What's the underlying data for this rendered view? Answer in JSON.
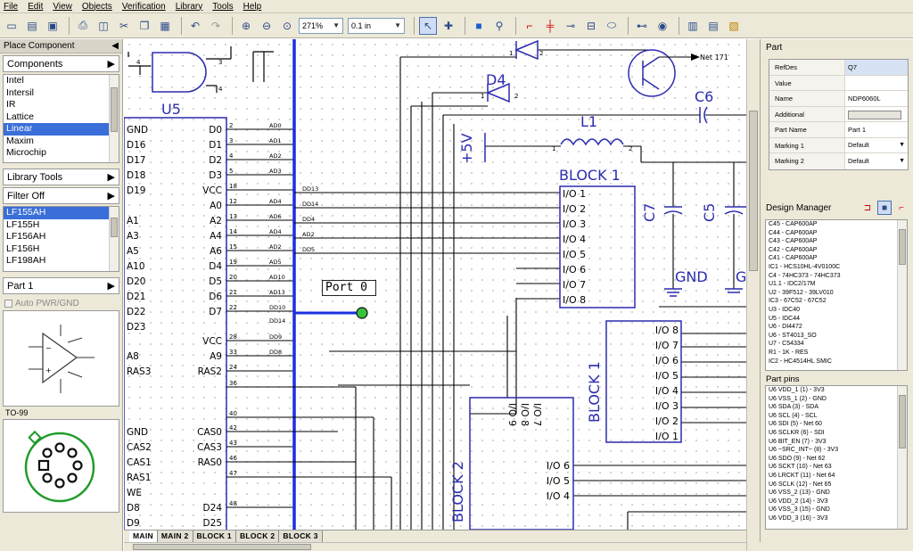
{
  "menu": [
    "File",
    "Edit",
    "View",
    "Objects",
    "Verification",
    "Library",
    "Tools",
    "Help"
  ],
  "toolbar": {
    "icons": [
      "new-file",
      "open",
      "save",
      "print",
      "print-preview",
      "cut",
      "copy",
      "paste",
      "undo",
      "redo",
      "zoom-in",
      "zoom-out",
      "zoom-area",
      "pointer",
      "add-part",
      "add-wire",
      "find",
      "wire",
      "bus",
      "junction",
      "port",
      "label",
      "hierarchy",
      "netlist",
      "component",
      "bom",
      "image"
    ],
    "zoom": "271%",
    "grid": "0.1 in"
  },
  "left": {
    "header": "Place Component",
    "components_label": "Components",
    "manufacturers": [
      "Intel",
      "Intersil",
      "IR",
      "Lattice",
      "Linear",
      "Maxim",
      "Microchip"
    ],
    "selected_manufacturer": "Linear",
    "library_tools": "Library Tools",
    "filter": "Filter Off",
    "parts": [
      "LF155AH",
      "LF155H",
      "LF156AH",
      "LF156H",
      "LF198AH"
    ],
    "selected_part": "LF155AH",
    "part_combo": "Part 1",
    "auto_pwr": "Auto PWR/GND",
    "package": "TO-99"
  },
  "schematic": {
    "labels": {
      "u5": "U5",
      "d4": "D4",
      "l1": "L1",
      "c6": "C6",
      "c7": "C7",
      "c5": "C5",
      "gnd1": "GND",
      "gnd2": "G",
      "plus5v": "+5V",
      "block1": "BLOCK 1",
      "block1v": "BLOCK 1",
      "block2": "BLOCK 2",
      "net171": "Net 171",
      "n2a": "2",
      "n1a": "1",
      "n2b": "2",
      "n1b": "1",
      "n1c": "1",
      "n2c": "2"
    },
    "port": "Port 0",
    "u5_left": [
      "GND",
      "D16",
      "D17",
      "D18",
      "D19",
      "A1",
      "A3",
      "A5",
      "A10",
      "D20",
      "D21",
      "D22",
      "D23",
      "A8",
      "RAS3",
      "GND",
      "CAS2",
      "CAS1",
      "RAS1",
      "WE",
      "D8",
      "D9"
    ],
    "u5_right": [
      "D0",
      "D1",
      "D2",
      "D3",
      "VCC",
      "A0",
      "A2",
      "A4",
      "A6",
      "D4",
      "D5",
      "D6",
      "D7",
      "VCC",
      "A9",
      "RAS2",
      "CAS0",
      "CAS3",
      "RAS0",
      "D24",
      "D25"
    ],
    "u5_pins_right": [
      "2",
      "3",
      "4",
      "5",
      "18",
      "12",
      "13",
      "14",
      "15",
      "19",
      "20",
      "21",
      "22",
      "28",
      "33",
      "24",
      "36",
      "40",
      "42",
      "43",
      "46",
      "47",
      "48"
    ],
    "bus_top": [
      "AD0",
      "AD1",
      "AD2",
      "AD3",
      "AD4",
      "AD6",
      "AD4",
      "AD2",
      "AD5",
      "AD10",
      "AD13",
      "DD10",
      "DD14",
      "DD9",
      "DD8"
    ],
    "wire_labels": [
      "DD13",
      "DD14",
      "DD4",
      "AD2",
      "DD5"
    ],
    "block1_pins": [
      "I/O 1",
      "I/O 2",
      "I/O 3",
      "I/O 4",
      "I/O 5",
      "I/O 6",
      "I/O 7",
      "I/O 8"
    ],
    "block1b_pins": [
      "I/O 8",
      "I/O 7",
      "I/O 6",
      "I/O 5",
      "I/O 4",
      "I/O 3",
      "I/O 2",
      "I/O 1"
    ],
    "block2_top": [
      "I/O 9",
      "I/O 8",
      "I/O 7"
    ],
    "block2_right": [
      "I/O 6",
      "I/O 5",
      "I/O 4"
    ]
  },
  "tabs": [
    "MAIN",
    "MAIN 2",
    "BLOCK 1",
    "BLOCK 2",
    "BLOCK 3"
  ],
  "active_tab": "MAIN",
  "right": {
    "part_header": "Part",
    "props": [
      {
        "k": "RefDes",
        "v": "Q7"
      },
      {
        "k": "Value",
        "v": ""
      },
      {
        "k": "Name",
        "v": "NDP6060L"
      },
      {
        "k": "Additional",
        "v": ""
      },
      {
        "k": "Part Name",
        "v": "Part 1"
      },
      {
        "k": "Marking 1",
        "v": "Default"
      },
      {
        "k": "Marking 2",
        "v": "Default"
      }
    ],
    "dm_header": "Design Manager",
    "dm_items": [
      "C45 - CAP600AP",
      "C44 - CAP600AP",
      "C43 - CAP600AP",
      "C42 - CAP600AP",
      "C41 - CAP600AP",
      "IC1 - HCS10HL-4V0100C",
      "C4 - 74HC373 - 74HC373",
      "U1.1 - IDC2/17M",
      "U2 - 39F512 - 39LV010",
      "IC3 - 67C52 - 67C52",
      "U3 - IDC40",
      "U5 - IDC44",
      "U6 - DI4472",
      "U6 - ST4013_SO",
      "U7 - C54334",
      "R1 - 1K - RES",
      "IC2 - HC4514HL SMIC"
    ],
    "pp_header": "Part pins",
    "pp_items": [
      "U6 VDD_1 (1) - 3V3",
      "U6 VSS_1 (2) - GND",
      "U6 SDA (3) - SDA",
      "U6 SCL (4) - SCL",
      "U6 SDI (5) - Net 60",
      "U6 SCLKR (6) - SDI",
      "U6 BIT_EN (7) - 3V3",
      "U6 ~SRC_INT~ (8) - 3V3",
      "U6 SDO (9) - Net 62",
      "U6 SCKT (10) - Net 63",
      "U6 LRCKT (11) - Net 64",
      "U6 SCLK (12) - Net 65",
      "U6 VSS_2 (13) - GND",
      "U6 VDD_2 (14) - 3V3",
      "U6 VSS_3 (15) - GND",
      "U6 VDD_3 (16) - 3V3"
    ]
  }
}
